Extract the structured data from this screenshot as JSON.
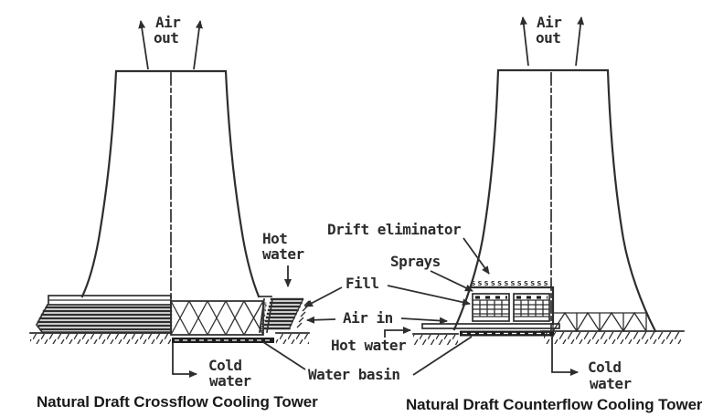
{
  "colors": {
    "line": "#2e2e2e",
    "label_text": "#2b2b2b",
    "caption_text": "#191919",
    "background": "#ffffff"
  },
  "left_tower": {
    "caption": "Natural Draft Crossflow Cooling Tower",
    "air_out": {
      "line1": "Air",
      "line2": "out"
    },
    "hot_water": {
      "line1": "Hot",
      "line2": "water"
    },
    "cold_water": {
      "line1": "Cold",
      "line2": "water"
    }
  },
  "right_tower": {
    "caption": "Natural Draft Counterflow Cooling Tower",
    "air_out": {
      "line1": "Air",
      "line2": "out"
    },
    "hot_water": "Hot water",
    "cold_water": {
      "line1": "Cold",
      "line2": "water"
    }
  },
  "shared_labels": {
    "drift_eliminator": "Drift eliminator",
    "sprays": "Sprays",
    "fill": "Fill",
    "air_in": "Air in",
    "water_basin": "Water basin"
  },
  "textures": {
    "eliminator_row": "ssssssssssss",
    "eliminator_s": "s"
  }
}
